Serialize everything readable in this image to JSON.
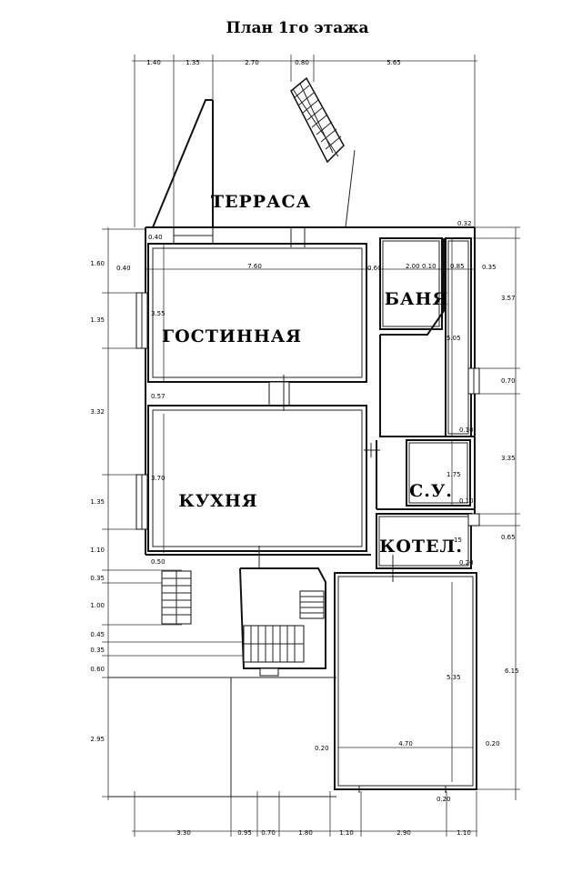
{
  "title": "План 1го этажа",
  "rooms": {
    "terrace": "ТЕРРАСА",
    "living": "ГОСТИННАЯ",
    "kitchen": "КУХНЯ",
    "sauna": "БАНЯ",
    "bathroom": "С.У.",
    "boiler": "КОТЕЛ."
  },
  "dims_top": [
    "1.40",
    "1.35",
    "2.70",
    "0.80",
    "5.65"
  ],
  "dims_left": [
    "1.60",
    "1.35",
    "3.32",
    "1.35",
    "1.10",
    "0.35",
    "1.00",
    "0.45",
    "0.35",
    "0.60",
    "2.95"
  ],
  "dims_bottom": [
    "3.30",
    "0.95",
    "0.70",
    "1.80",
    "1.10",
    "2.90",
    "1.10"
  ],
  "dims_right": [
    "0.32",
    "0.35",
    "3.57",
    "0.70",
    "3.35",
    "0.65",
    "6.15",
    "0.20"
  ],
  "dims_inner": {
    "terrace_0_40": "0.40",
    "living_left_0_40": "0.40",
    "living_width": "7.60",
    "living_right_0_60": "0.60",
    "sauna_2_00": "2.00",
    "sauna_0_10": "0.10",
    "sauna_0_85": "0.85",
    "living_height": "3.55",
    "kitchen_top_0_57": "0.57",
    "kitchen_height": "3.70",
    "kitchen_bottom_0_50": "0.50",
    "corridor_5_05": "5.05",
    "corridor_0_10": "0.10",
    "wc_1_75": "1.75",
    "wc_0_10": "0.10",
    "boiler_15": "15",
    "boiler_0_20": "0.20",
    "garage_5_35": "5.35",
    "garage_4_70": "4.70",
    "garage_left_0_20": "0.20",
    "garage_right_0_20": "0.20"
  }
}
